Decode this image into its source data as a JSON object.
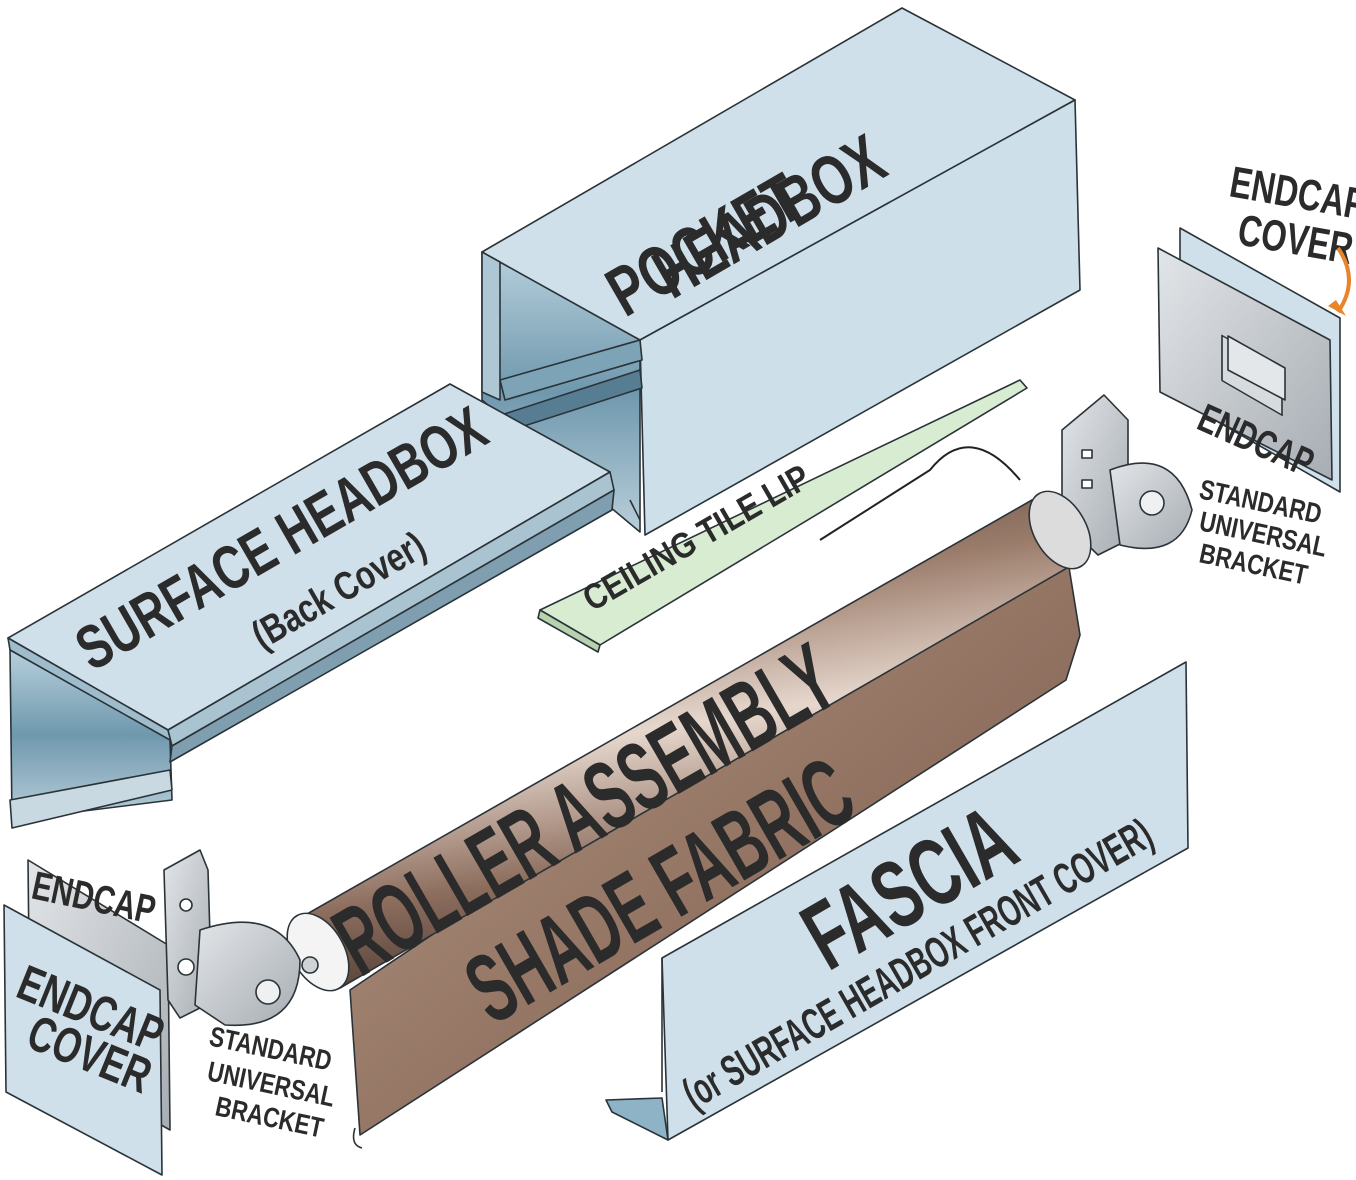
{
  "labels": {
    "pocket_headbox_1": "POCKET",
    "pocket_headbox_2": "HEADBOX",
    "surface_headbox": "SURFACE HEADBOX",
    "surface_headbox_sub": "(Back Cover)",
    "ceiling_tile_lip": "CEILING TILE LIP",
    "endcap_cover_right_1": "ENDCAP",
    "endcap_cover_right_2": "COVER",
    "endcap_right": "ENDCAP",
    "bracket_right_1": "STANDARD",
    "bracket_right_2": "UNIVERSAL",
    "bracket_right_3": "BRACKET",
    "roller_assembly": "ROLLER ASSEMBLY",
    "shade_fabric": "SHADE FABRIC",
    "fascia": "FASCIA",
    "fascia_sub": "(or SURFACE HEADBOX FRONT COVER)",
    "endcap_left": "ENDCAP",
    "endcap_cover_left_1": "ENDCAP",
    "endcap_cover_left_2": "COVER",
    "bracket_left_1": "STANDARD",
    "bracket_left_2": "UNIVERSAL",
    "bracket_left_3": "BRACKET"
  },
  "colors": {
    "panel": "#cfe0ea",
    "panel_inner": "#8fb3c6",
    "metal": "#c4c8cc",
    "fabric": "#7b5a4c",
    "lip": "#d8ecd2",
    "label": "#2b2b2b",
    "accent_arrow": "#e8852a"
  }
}
